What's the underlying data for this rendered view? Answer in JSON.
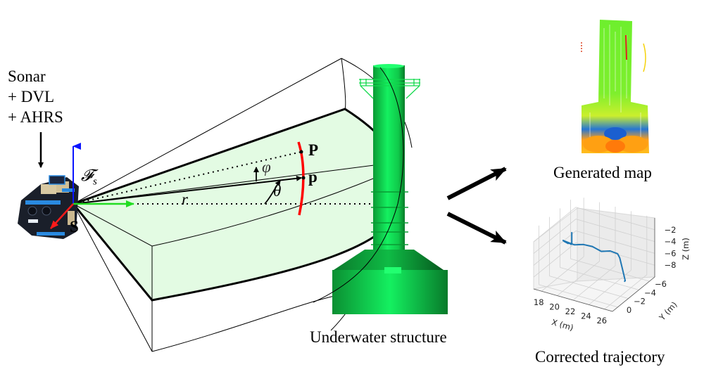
{
  "sensor_label": {
    "lines": [
      "Sonar",
      "+ DVL",
      "+ AHRS"
    ]
  },
  "frame_symbol": "𝓕",
  "frame_subscript": "s",
  "origin_label": "S",
  "angle_labels": {
    "elevation": "φ",
    "azimuth": "θ",
    "range": "r"
  },
  "point_labels": {
    "true_point": "P",
    "projected_point": "p"
  },
  "captions": {
    "structure": "Underwater structure",
    "map": "Generated map",
    "trajectory": "Corrected trajectory"
  },
  "colors": {
    "fan_fill": "#e3fbe3",
    "structure_green": "#12ee55",
    "x_axis": "#22dd22",
    "y_axis": "#ff1a1a",
    "z_axis": "#0a14ff",
    "arc": "#ff0000",
    "trajectory": "#1f77b4"
  },
  "chart_data": {
    "type": "line",
    "title": "Corrected trajectory",
    "projection": "3d",
    "xlabel": "X (m)",
    "ylabel": "Y (m)",
    "zlabel": "Z (m)",
    "x_ticks": [
      "18",
      "20",
      "22",
      "24",
      "26"
    ],
    "y_ticks": [
      "0",
      "−2",
      "−4",
      "−6"
    ],
    "z_ticks": [
      "−2",
      "−4",
      "−6",
      "−8"
    ],
    "xlim": [
      17,
      27
    ],
    "ylim": [
      -7,
      1
    ],
    "zlim": [
      -10,
      0
    ],
    "grid": true,
    "series": [
      {
        "name": "trajectory",
        "points": [
          [
            20.5,
            -1.0,
            -0.5
          ],
          [
            20.5,
            -1.0,
            -2.5
          ],
          [
            20.3,
            -1.2,
            -2.8
          ],
          [
            19.8,
            -1.5,
            -3.0
          ],
          [
            19.5,
            -1.8,
            -3.4
          ],
          [
            18.5,
            -2.5,
            -3.9
          ],
          [
            18.2,
            -2.8,
            -4.1
          ],
          [
            18.8,
            -2.9,
            -4.3
          ],
          [
            19.5,
            -3.0,
            -4.5
          ],
          [
            20.5,
            -3.2,
            -4.2
          ],
          [
            21.5,
            -3.4,
            -4.3
          ],
          [
            22.5,
            -3.6,
            -4.9
          ],
          [
            23.5,
            -3.8,
            -4.6
          ],
          [
            24.3,
            -4.0,
            -4.9
          ],
          [
            24.5,
            -4.1,
            -5.6
          ],
          [
            24.7,
            -4.2,
            -7.0
          ],
          [
            24.9,
            -4.3,
            -8.5
          ],
          [
            25.0,
            -4.4,
            -9.5
          ],
          [
            24.8,
            -4.5,
            -9.8
          ]
        ]
      }
    ]
  }
}
